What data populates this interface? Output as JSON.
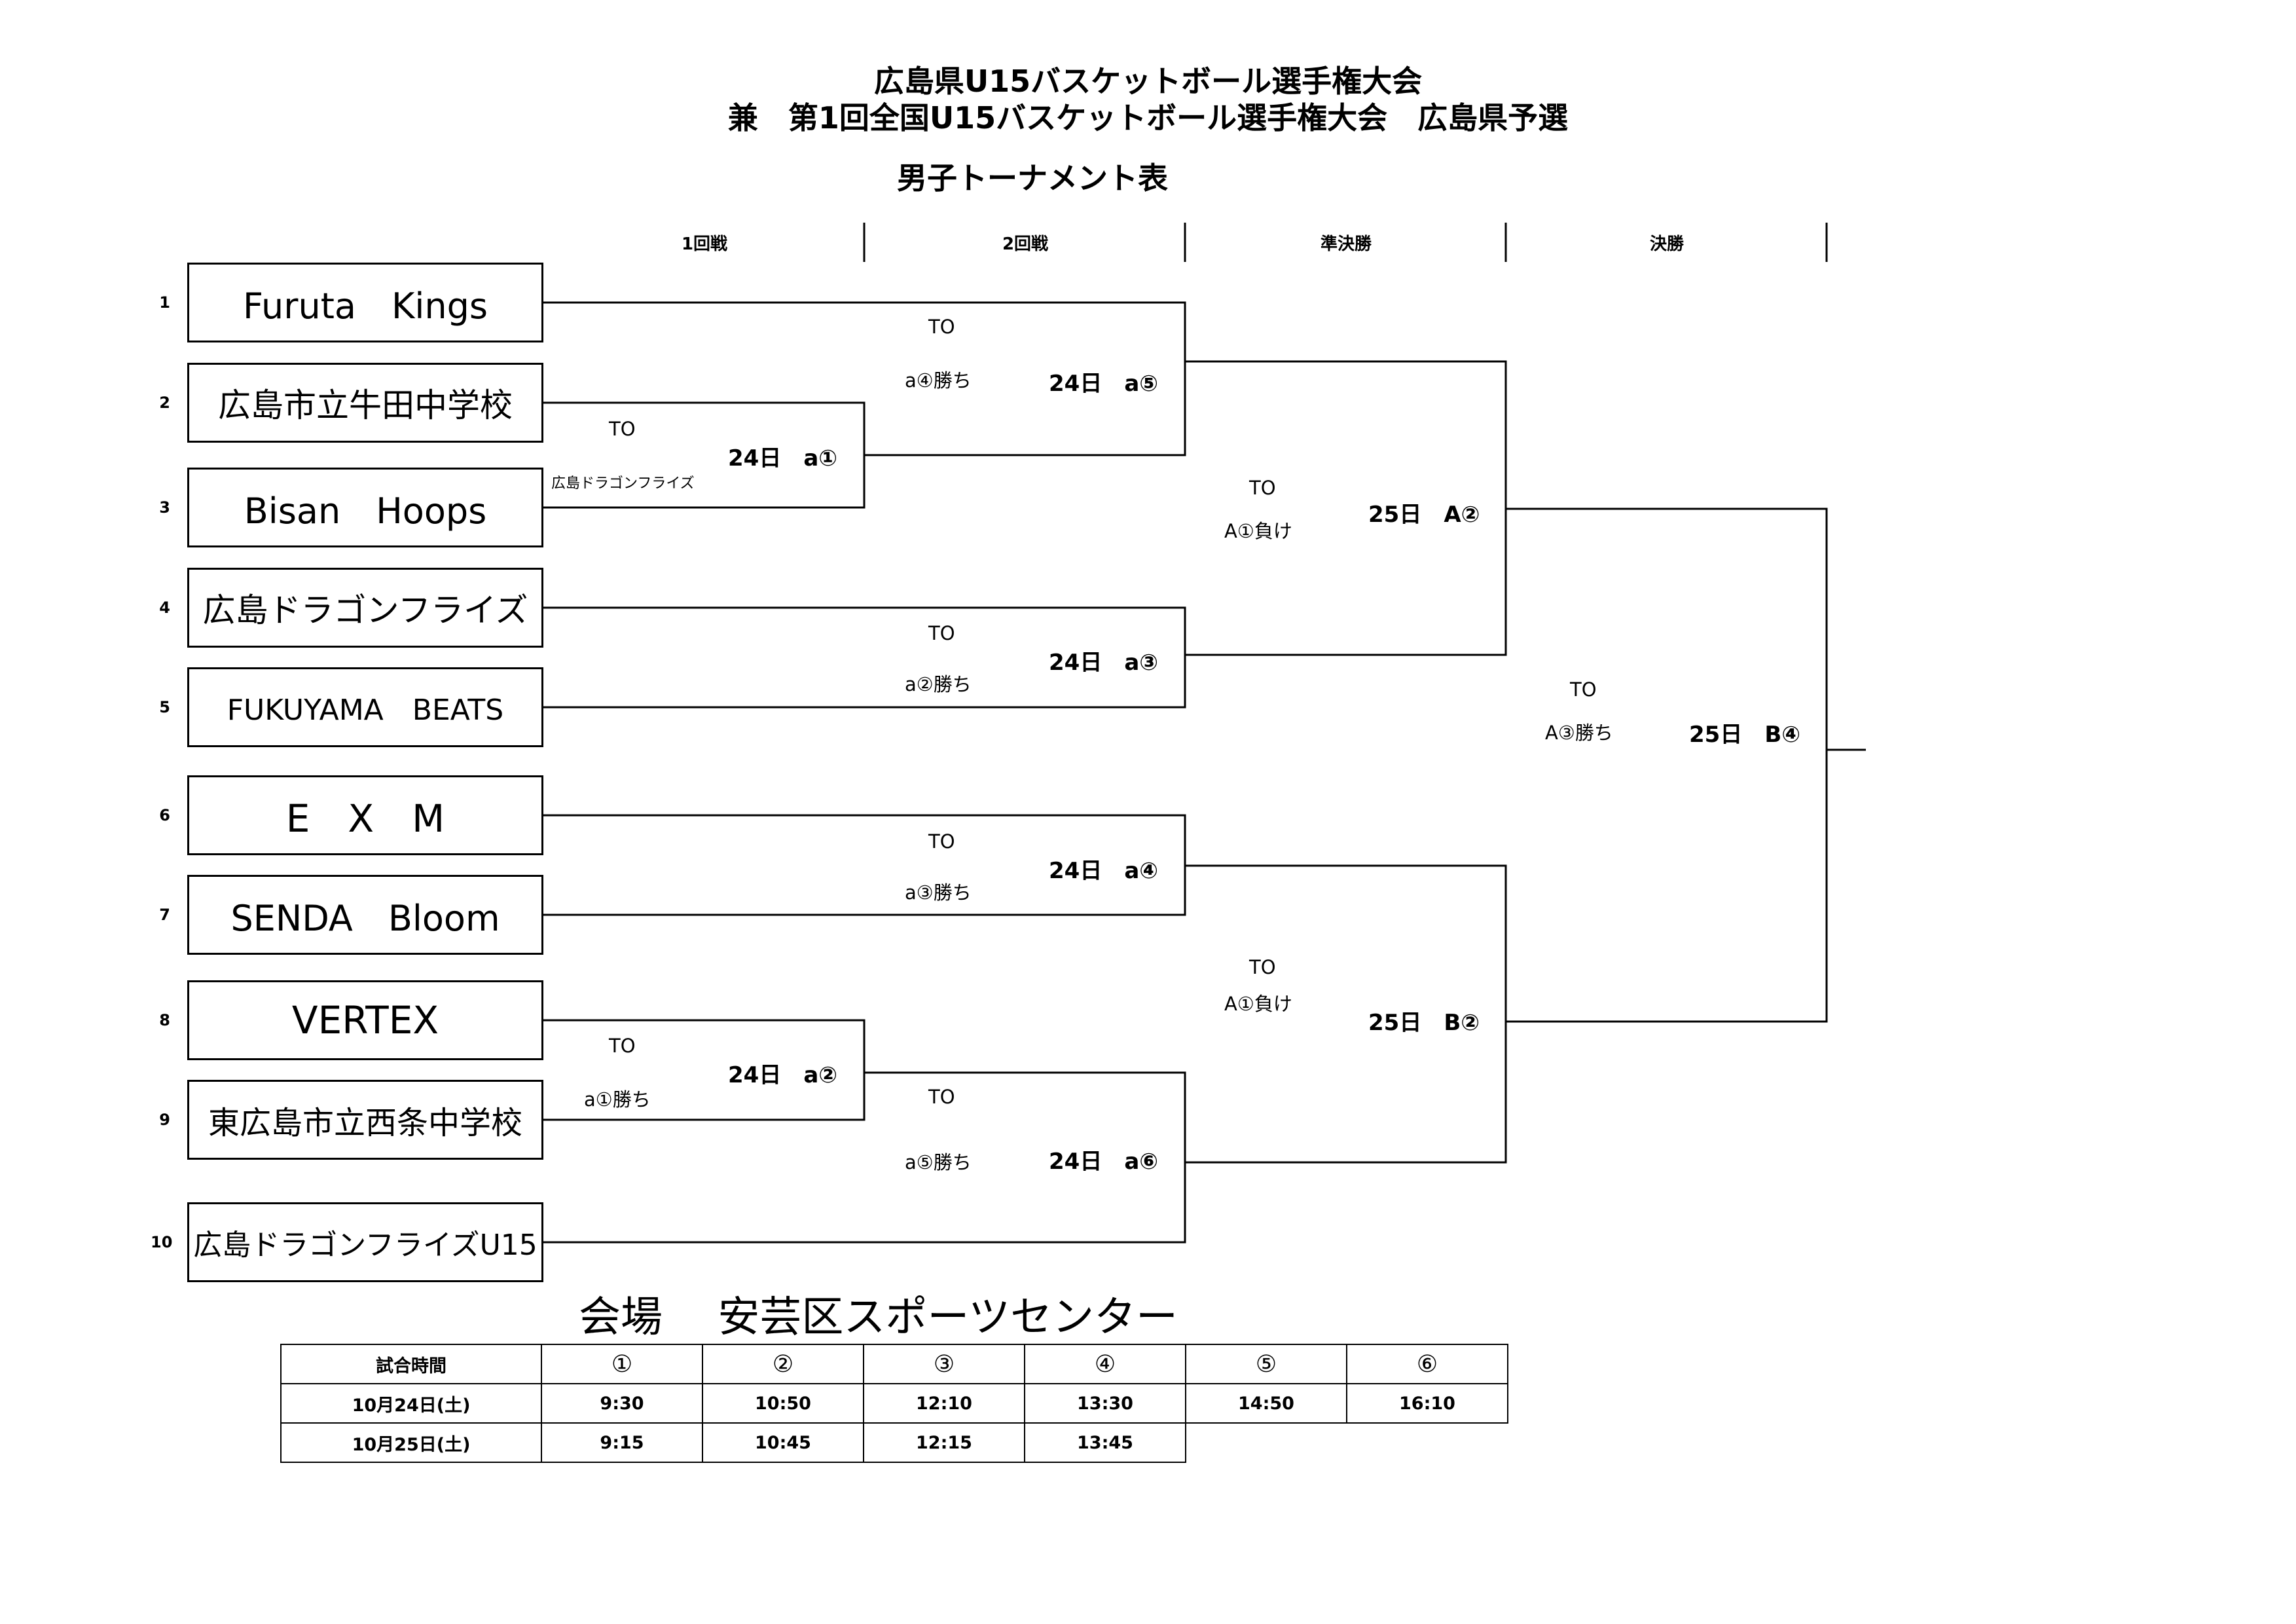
{
  "header": {
    "title_line1": "広島県U15バスケットボール選手権大会",
    "title_line2": "兼　第1回全国U15バスケットボール選手権大会　広島県予選",
    "subtitle": "男子トーナメント表"
  },
  "rounds": [
    "1回戦",
    "2回戦",
    "準決勝",
    "決勝"
  ],
  "teams": [
    {
      "seed": "1",
      "name": "Furuta　Kings"
    },
    {
      "seed": "2",
      "name": "広島市立牛田中学校"
    },
    {
      "seed": "3",
      "name": "Bisan　Hoops"
    },
    {
      "seed": "4",
      "name": "広島ドラゴンフライズ"
    },
    {
      "seed": "5",
      "name": "FUKUYAMA　BEATS"
    },
    {
      "seed": "6",
      "name": "E　X　M"
    },
    {
      "seed": "7",
      "name": "SENDA　Bloom"
    },
    {
      "seed": "8",
      "name": "VERTEX"
    },
    {
      "seed": "9",
      "name": "東広島市立西条中学校"
    },
    {
      "seed": "10",
      "name": "広島ドラゴンフライズU15"
    }
  ],
  "matches": {
    "r1_top": {
      "to": "TO",
      "note": "広島ドラゴンフライズ",
      "game": "24日　a①"
    },
    "r1_bottom": {
      "to": "TO",
      "note": "a①勝ち",
      "game": "24日　a②"
    },
    "r2_1": {
      "to": "TO",
      "note": "a④勝ち",
      "game": "24日　a⑤"
    },
    "r2_2": {
      "to": "TO",
      "note": "a②勝ち",
      "game": "24日　a③"
    },
    "r2_3": {
      "to": "TO",
      "note": "a③勝ち",
      "game": "24日　a④"
    },
    "r2_4": {
      "to": "TO",
      "note": "a⑤勝ち",
      "game": "24日　a⑥"
    },
    "sf_top": {
      "to": "TO",
      "note": "A①負け",
      "game": "25日　A②"
    },
    "sf_bottom": {
      "to": "TO",
      "note": "A①負け",
      "game": "25日　B②"
    },
    "final": {
      "to": "TO",
      "note": "A③勝ち",
      "game": "25日　B④"
    }
  },
  "venue": "会場　 安芸区スポーツセンター",
  "schedule": {
    "header_label": "試合時間",
    "slots": [
      "①",
      "②",
      "③",
      "④",
      "⑤",
      "⑥"
    ],
    "rows": [
      {
        "date": "10月24日(土)",
        "times": [
          "9:30",
          "10:50",
          "12:10",
          "13:30",
          "14:50",
          "16:10"
        ]
      },
      {
        "date": "10月25日(土)",
        "times": [
          "9:15",
          "10:45",
          "12:15",
          "13:45",
          "",
          ""
        ]
      }
    ]
  }
}
